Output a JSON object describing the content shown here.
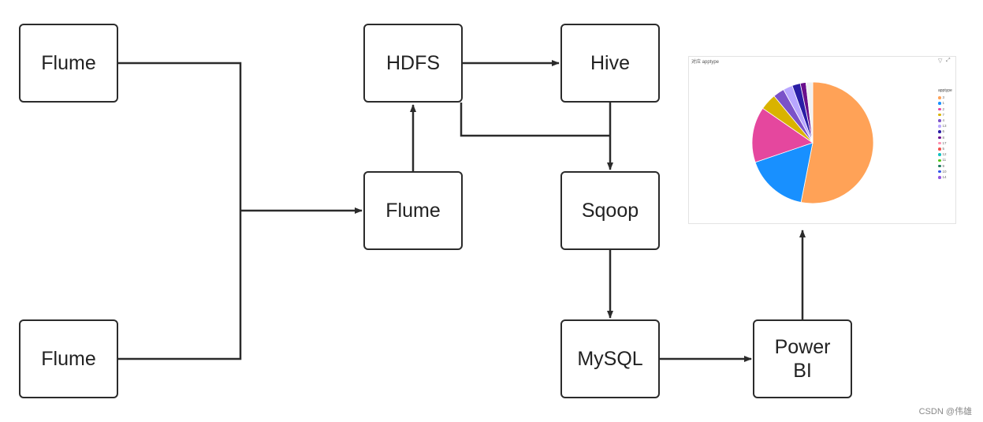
{
  "nodes": {
    "flume_top": "Flume",
    "flume_bottom": "Flume",
    "flume_middle": "Flume",
    "hdfs": "HDFS",
    "hive": "Hive",
    "sqoop": "Sqoop",
    "mysql": "MySQL",
    "powerbi_line1": "Power",
    "powerbi_line2": "BI"
  },
  "chart_panel": {
    "title": "对应 apptype",
    "legend_title": "apptype"
  },
  "chart_data": {
    "type": "pie",
    "legend_entries": [
      "3",
      "1",
      "2",
      "7",
      "4",
      "13",
      "6",
      "8",
      "17",
      "5",
      "12",
      "11",
      "9",
      "10",
      "14"
    ],
    "slices": [
      {
        "value": 53.1,
        "color": "#FFA257"
      },
      {
        "value": 16.7,
        "color": "#1890FF"
      },
      {
        "value": 14.8,
        "color": "#E5479E"
      },
      {
        "value": 4.4,
        "color": "#D9B300"
      },
      {
        "value": 3.0,
        "color": "#7B52C9"
      },
      {
        "value": 2.5,
        "color": "#B8A6FF"
      },
      {
        "value": 2.2,
        "color": "#2A1DA6"
      },
      {
        "value": 1.5,
        "color": "#6A0E8C"
      },
      {
        "value": 1.8,
        "color": "#F0F0F0"
      }
    ],
    "legend_colors": [
      "#FFA257",
      "#1890FF",
      "#E5479E",
      "#D9B300",
      "#7B52C9",
      "#B8A6FF",
      "#2A1DA6",
      "#6A0E8C",
      "#FF8FB0",
      "#F2504B",
      "#13C2C2",
      "#52C41A",
      "#1D7A5E",
      "#2F54EB",
      "#9254DE"
    ]
  },
  "watermark": "CSDN @伟雄",
  "colors": {
    "line": "#2b2b2b",
    "node_border": "#2b2b2b"
  }
}
